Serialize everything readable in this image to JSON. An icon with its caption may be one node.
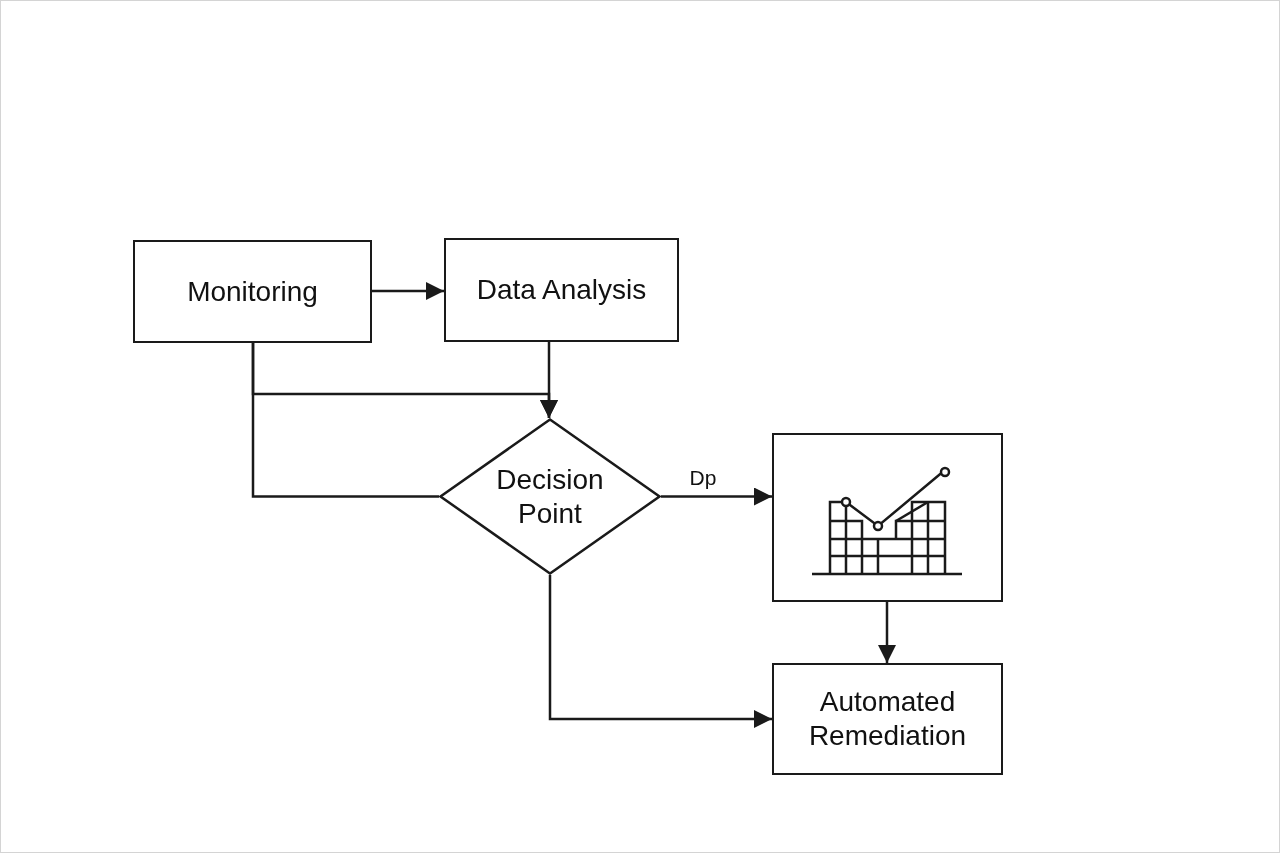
{
  "diagram": {
    "nodes": [
      {
        "text": [
          "Monitoring"
        ]
      },
      {
        "text": [
          "Data Analysis"
        ]
      },
      {
        "text": [
          "Decision Point"
        ]
      },
      {
        "text": [],
        "shape": "box"
      },
      {
        "text": [
          "Automated Remediation"
        ]
      }
    ],
    "edges": [
      {
        "from": 0,
        "to": 1,
        "arrow": "to"
      },
      {
        "from": 1,
        "to": 2,
        "arrow": "to"
      },
      {
        "from": 0,
        "to": 2,
        "arrow": "to"
      },
      {
        "from": 0,
        "to": 2,
        "arrow": "none"
      },
      {
        "from": 2,
        "to": 3,
        "label": "Dp",
        "arrow": "to"
      },
      {
        "from": 3,
        "to": 4,
        "arrow": "to"
      },
      {
        "from": 2,
        "to": 4,
        "arrow": "to"
      }
    ]
  }
}
